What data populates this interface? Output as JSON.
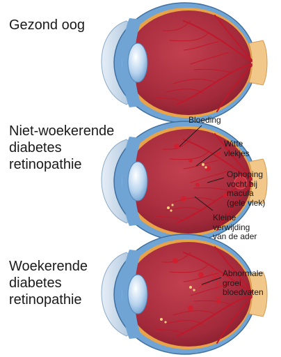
{
  "panels": [
    {
      "title": "Gezond oog"
    },
    {
      "title": "Niet-woekerende\ndiabetes\nretinopathie"
    },
    {
      "title": "Woekerende\ndiabetes\nretinopathie"
    }
  ],
  "labels": {
    "bloeding": "Bloeding",
    "witte_vlekjes": "Witte\nvlekjes",
    "ophoping": "Ophoping\nvocht bij\nmacula\n(gele vlek)",
    "kleine_verwijding": "Kleine\nverwijding\nvan de ader",
    "abnormale_groei": "Abnormale\ngroei\nbloedvaten"
  },
  "colors": {
    "retina": "#a02a3a",
    "sclera": "#6fa4d4",
    "vessel": "#c0182a",
    "optic_nerve": "#f1c78a"
  }
}
